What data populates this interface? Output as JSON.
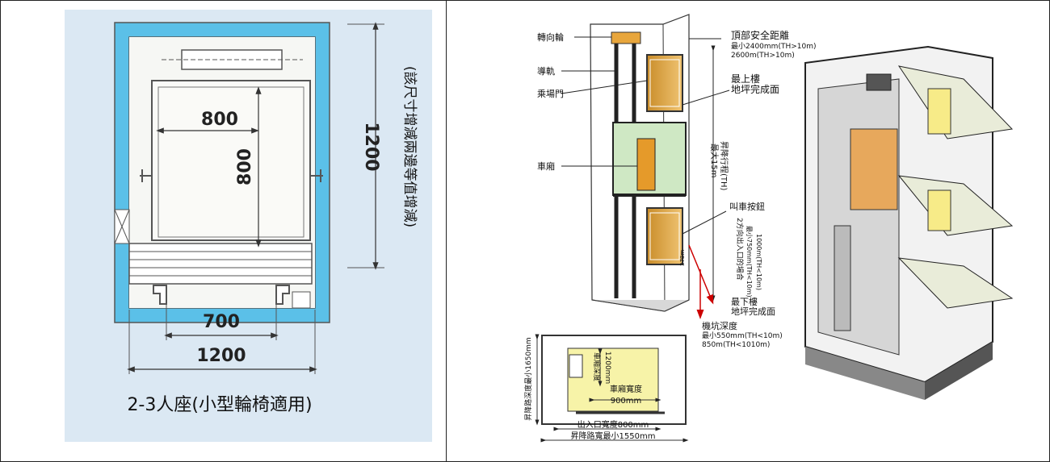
{
  "left": {
    "width_top": "800",
    "depth_inner": "800",
    "shaft_depth": "1200",
    "door_width": "700",
    "shaft_width": "1200",
    "side_note": "(該尺寸增減兩邊等值增減)",
    "caption": "2-3人座(小型輪椅適用)"
  },
  "right": {
    "labels": {
      "sheave": "轉向輪",
      "guide_rail": "導軌",
      "landing_door": "乘場門",
      "car": "車廂",
      "top_clearance_title": "頂部安全距離",
      "top_clearance_min": "最小2400mm(TH>10m)",
      "top_clearance_alt": "2600m(TH>10m)",
      "top_floor": "最上樓",
      "top_floor_2": "地坪完成面",
      "travel": "昇降行程(TH)",
      "travel_max": "最大15m",
      "call_button": "叫車按鈕",
      "entrance_note": "2方向出入口的場合",
      "entrance_min": "最小750mm(TH<10m)",
      "entrance_alt": "1000m(TH<10m)",
      "bottom_floor": "最下樓",
      "bottom_floor_2": "地坪完成面",
      "pit_title": "機坑深度",
      "pit_min": "最小550mm(TH<10m)",
      "pit_alt": "850m(TH<1010m)",
      "dim_small": "378m"
    },
    "plan": {
      "shaft_depth_min": "昇降路深度最小1650mm",
      "car_depth_label": "車廂深度",
      "car_depth": "1200mm",
      "car_width_label": "車廂寬度",
      "car_width": "900mm",
      "entrance_width": "出入口寬度800mm",
      "shaft_width_min": "昇降路寬最小1550mm"
    }
  }
}
